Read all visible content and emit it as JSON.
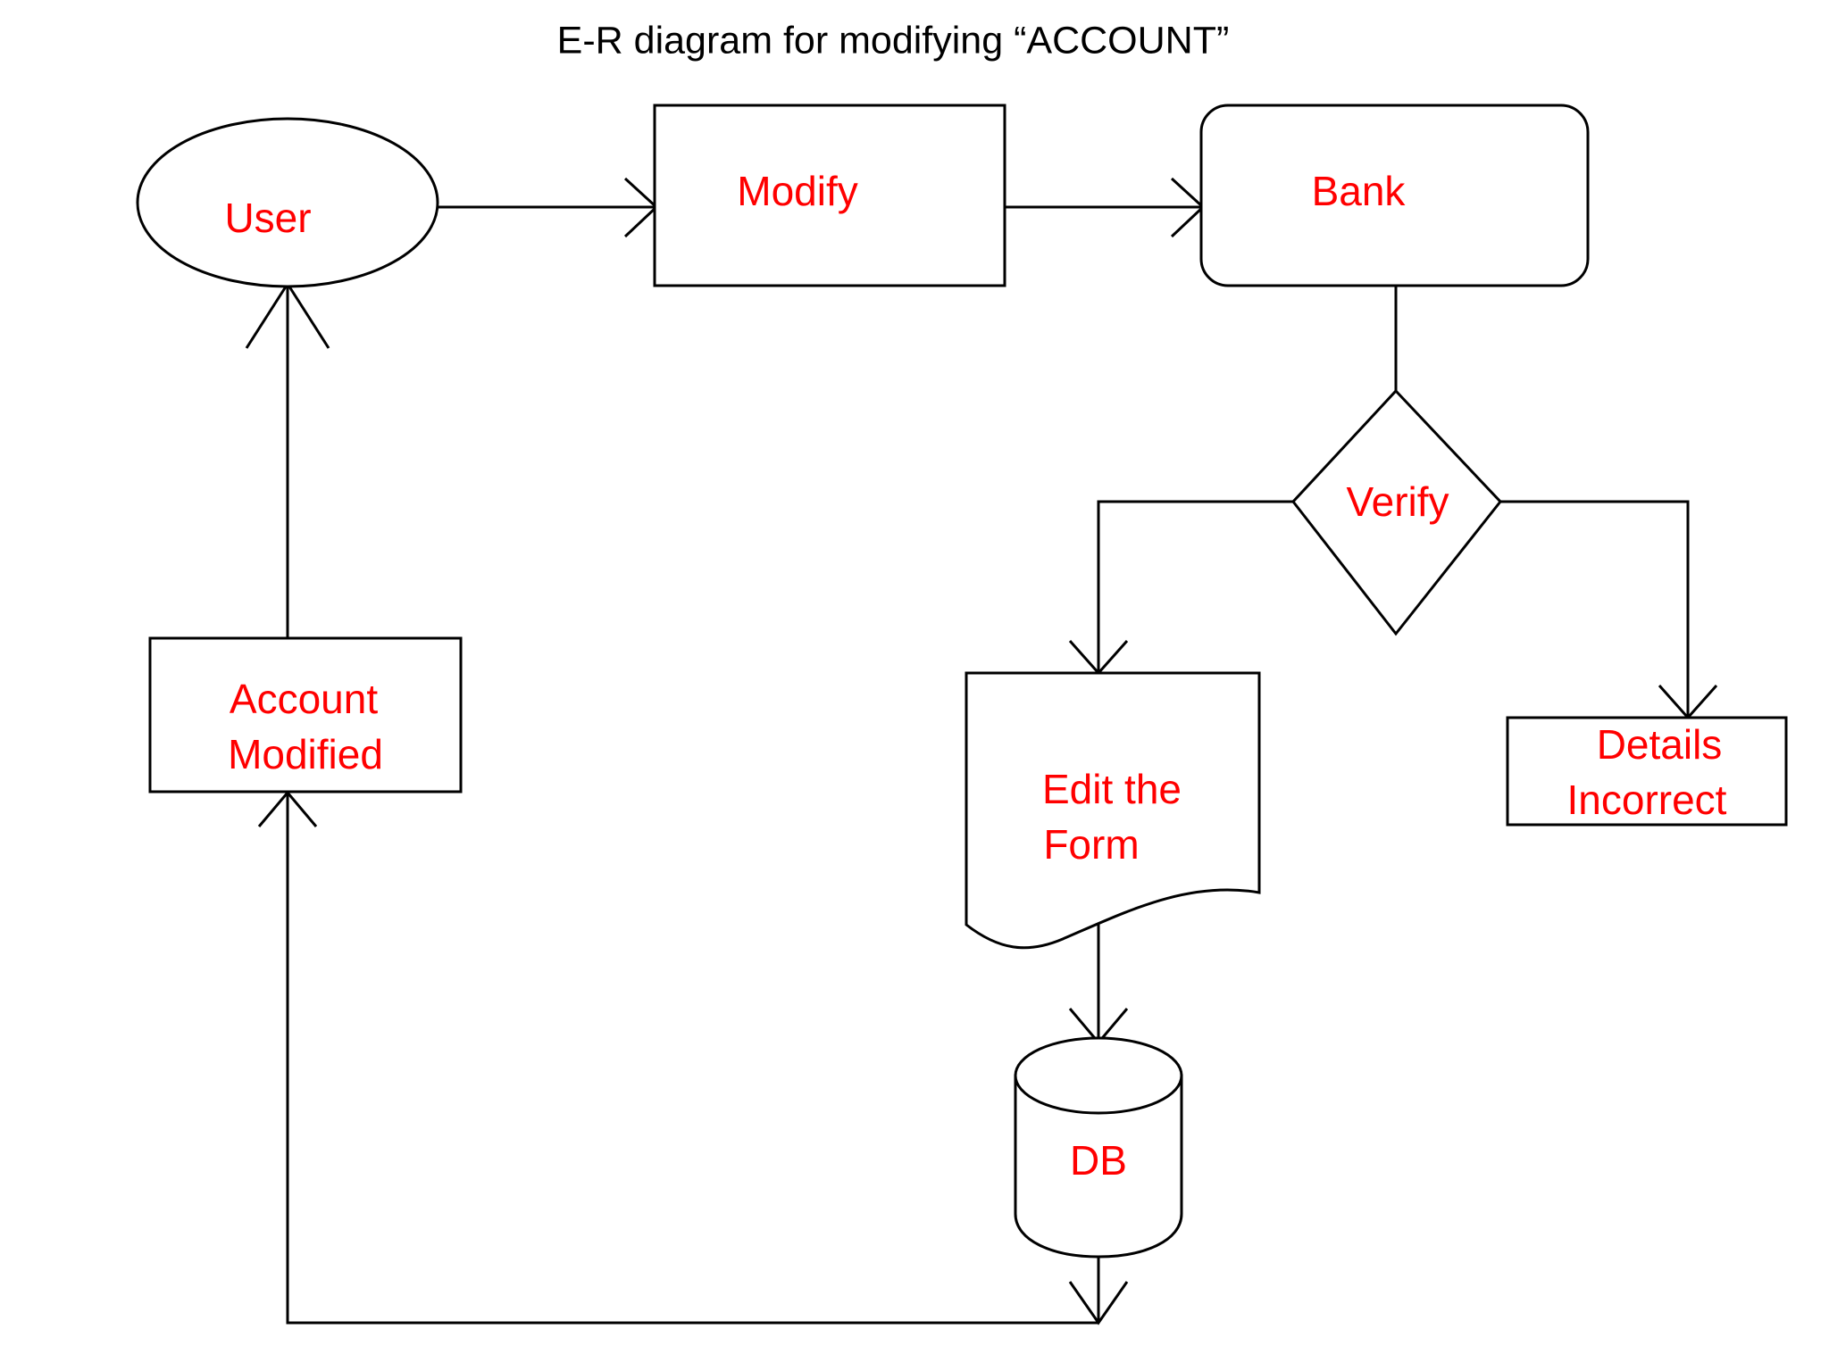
{
  "diagram": {
    "title": "E-R diagram for modifying “ACCOUNT”",
    "title_color": "#000000",
    "label_color": "#FF0000",
    "line_color": "#000000",
    "background_color": "#FFFFFF",
    "nodes": [
      {
        "id": "user",
        "label": "User",
        "shape": "ellipse"
      },
      {
        "id": "modify",
        "label": "Modify",
        "shape": "rectangle"
      },
      {
        "id": "bank",
        "label": "Bank",
        "shape": "rounded-rectangle"
      },
      {
        "id": "verify",
        "label": "Verify",
        "shape": "diamond"
      },
      {
        "id": "edit-the-form",
        "label_line1": "Edit the",
        "label_line2": "Form",
        "shape": "document"
      },
      {
        "id": "details-incorrect",
        "label_line1": "Details",
        "label_line2": "Incorrect",
        "shape": "rectangle"
      },
      {
        "id": "db",
        "label": "DB",
        "shape": "cylinder"
      },
      {
        "id": "account-modified",
        "label_line1": "Account",
        "label_line2": "Modified",
        "shape": "rectangle"
      }
    ],
    "edges": [
      {
        "from": "user",
        "to": "modify",
        "arrow": "open-v"
      },
      {
        "from": "modify",
        "to": "bank",
        "arrow": "open-v"
      },
      {
        "from": "bank",
        "to": "verify",
        "arrow": "none"
      },
      {
        "from": "verify",
        "to": "edit-the-form",
        "arrow": "open-v"
      },
      {
        "from": "verify",
        "to": "details-incorrect",
        "arrow": "open-v"
      },
      {
        "from": "edit-the-form",
        "to": "db",
        "arrow": "open-v"
      },
      {
        "from": "db",
        "to": "account-modified",
        "arrow": "open-v"
      },
      {
        "from": "account-modified",
        "to": "user",
        "arrow": "open-v"
      }
    ]
  }
}
